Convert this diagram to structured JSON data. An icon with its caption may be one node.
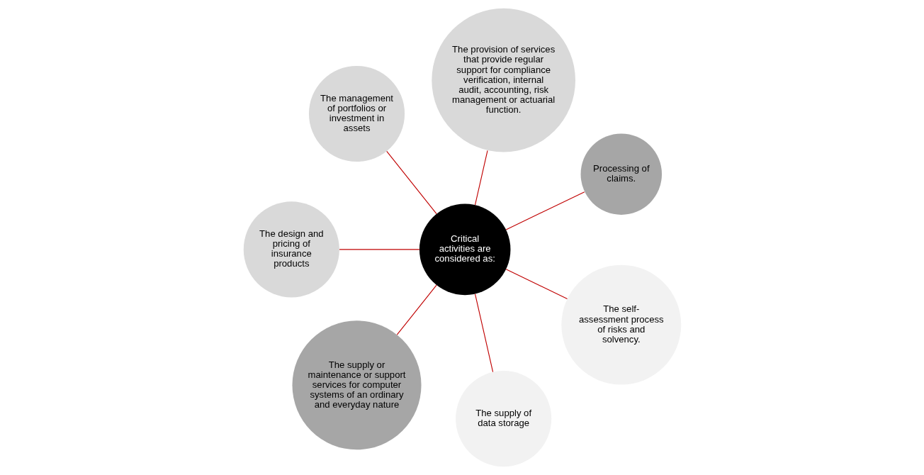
{
  "diagram": {
    "nodes": [
      {
        "text": [
          "Critical activities are considered as:"
        ]
      },
      {
        "text": [
          "Processing of claims."
        ]
      },
      {
        "text": [
          "The provision of services that provide regular support for compliance verification, internal audit, accounting, risk management or actuarial function."
        ]
      },
      {
        "text": [
          "The management of portfolios or investment in assets"
        ]
      },
      {
        "text": [
          "The design and pricing of insurance products"
        ]
      },
      {
        "text": [
          "The supply or maintenance or support services for computer systems of an ordinary and everyday nature"
        ]
      },
      {
        "text": [
          "The supply of data storage"
        ]
      },
      {
        "text": [
          "The self-assessment process of risks and solvency."
        ]
      }
    ],
    "edges": [
      {
        "from": 0,
        "to": 2,
        "arrow": "none"
      },
      {
        "from": 0,
        "to": 1,
        "arrow": "none"
      },
      {
        "from": 0,
        "to": 3,
        "arrow": "none"
      },
      {
        "from": 0,
        "to": 7,
        "arrow": "none"
      },
      {
        "from": 0,
        "to": 6,
        "arrow": "none"
      },
      {
        "from": 0,
        "to": 4,
        "arrow": "none"
      },
      {
        "from": 0,
        "to": 5,
        "arrow": "none"
      }
    ]
  }
}
